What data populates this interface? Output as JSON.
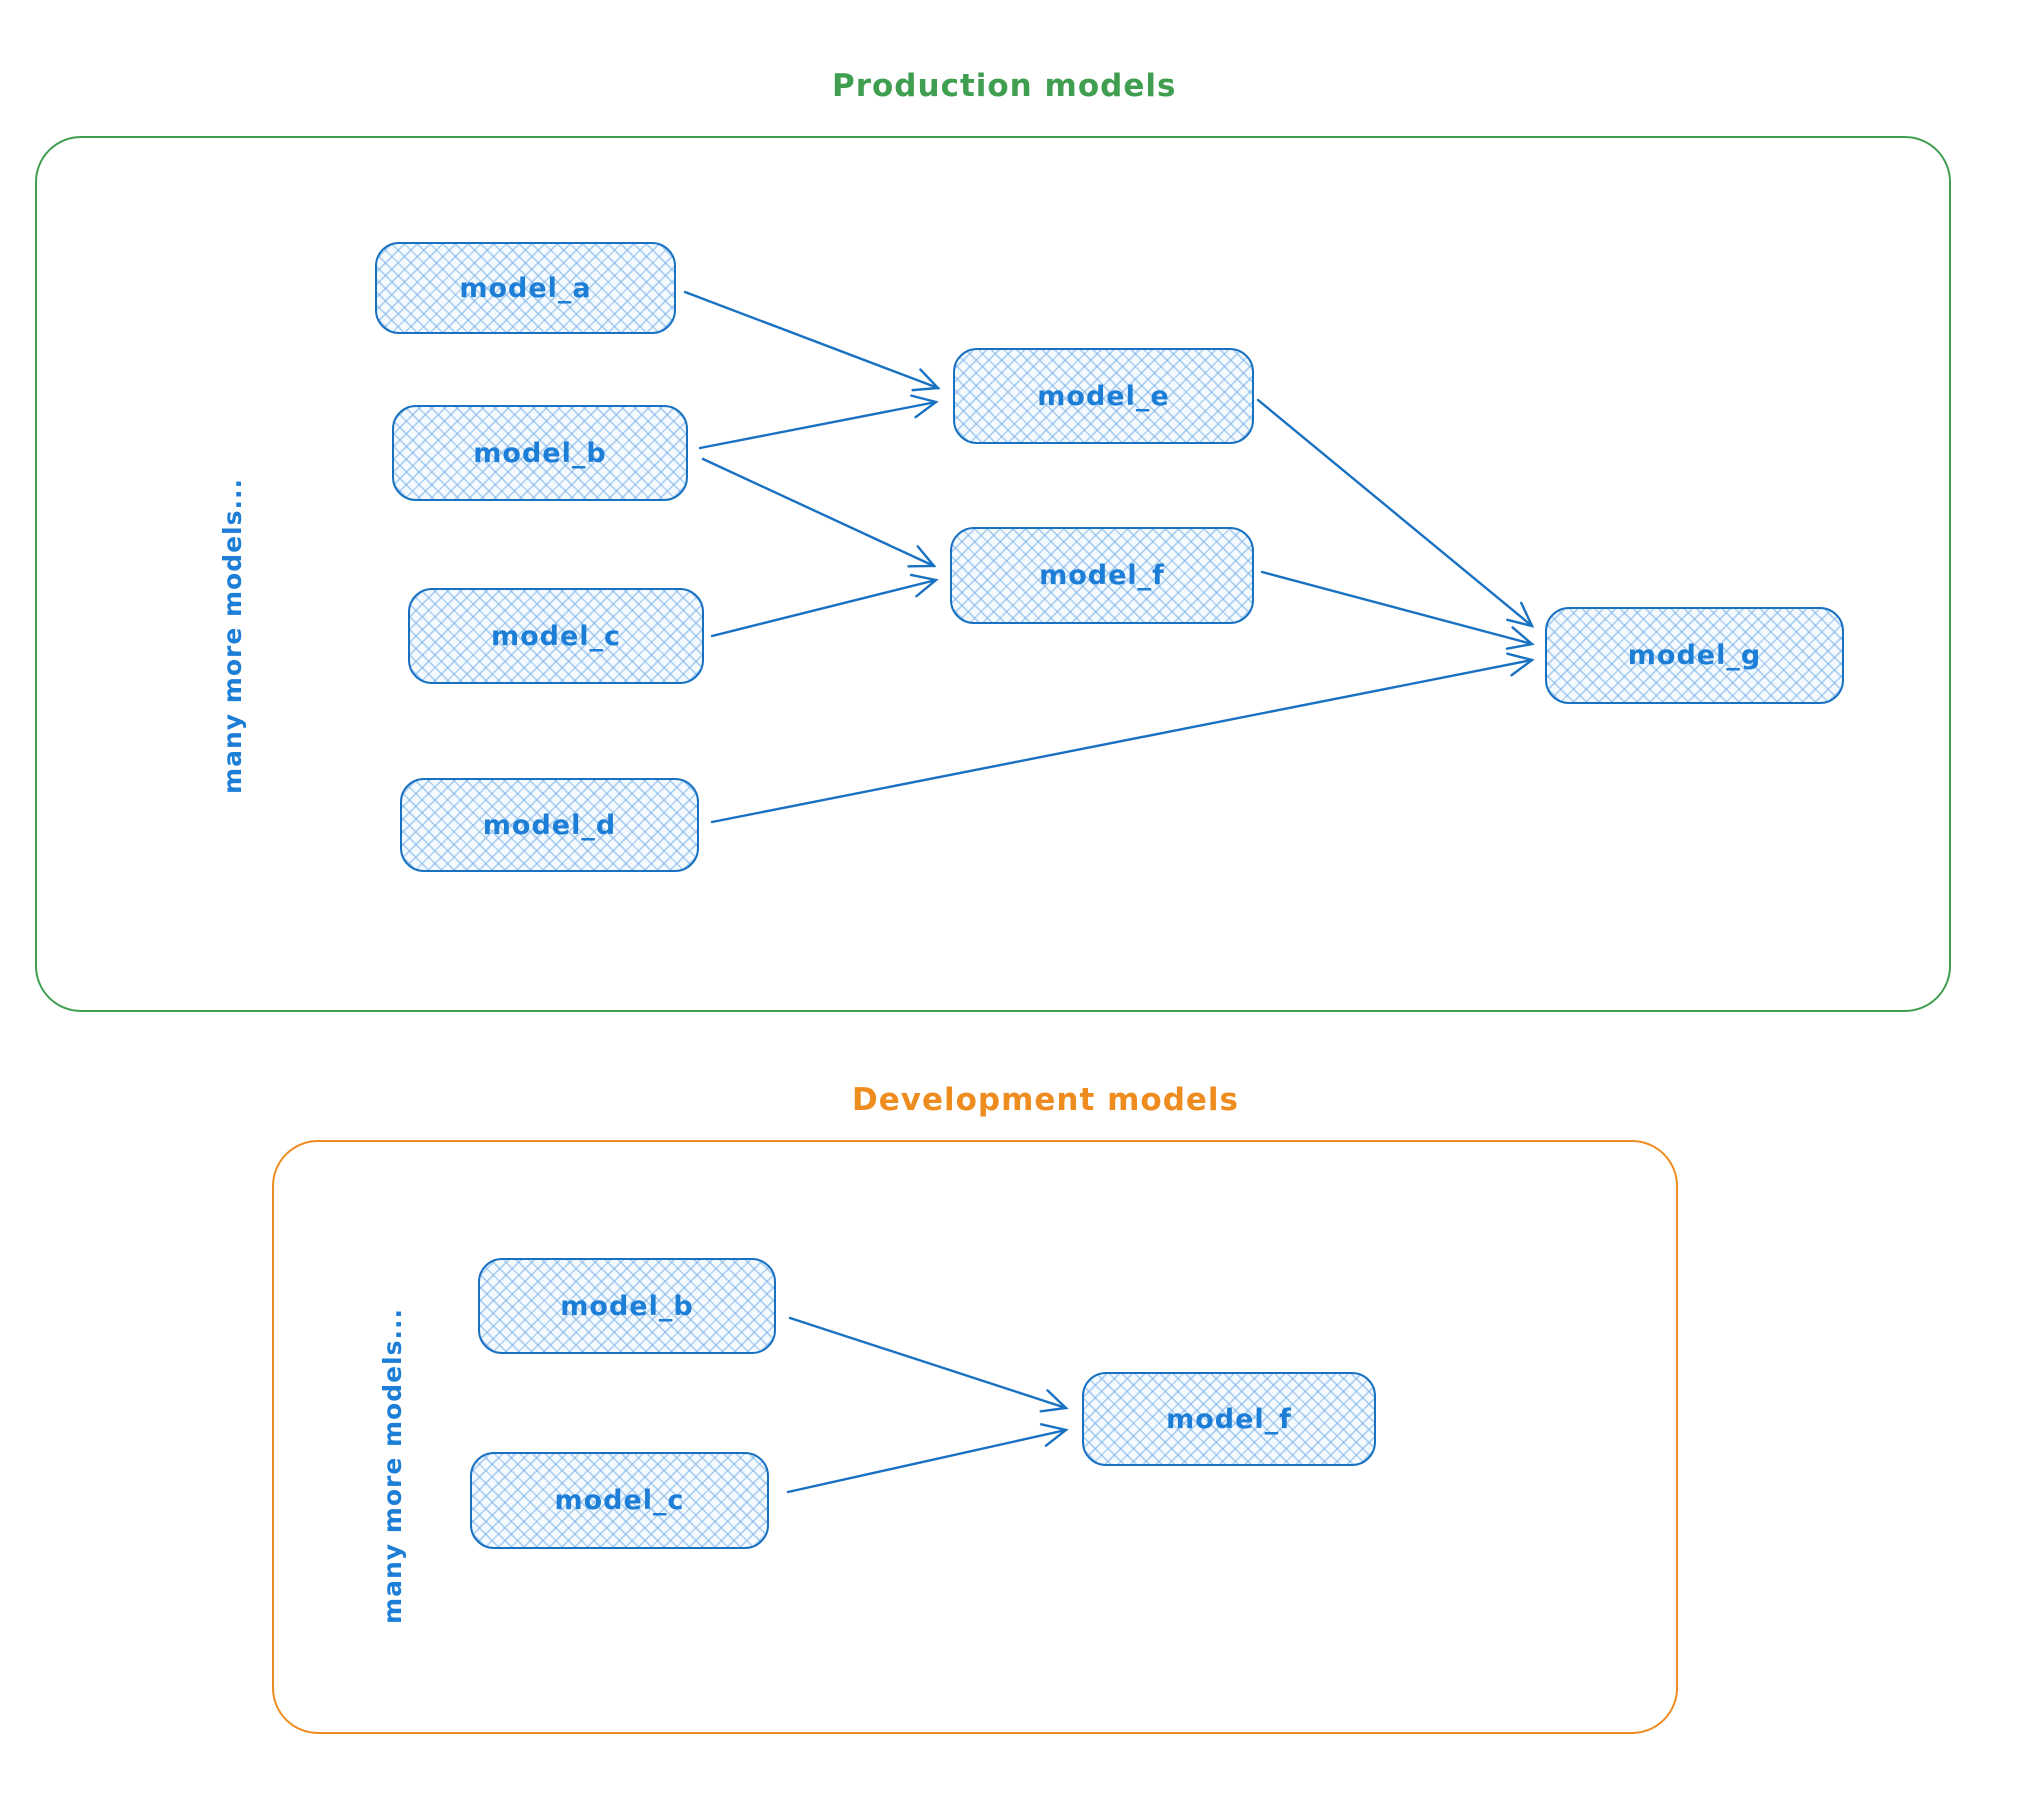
{
  "colors": {
    "node_stroke": "#1971c2",
    "node_text": "#1c7ed6",
    "node_fill_hatch": "#aed3f2",
    "production_accent": "#3f9e4f",
    "development_accent": "#ee8c1f"
  },
  "production": {
    "title": "Production models",
    "side_label": "many more models...",
    "nodes": [
      {
        "id": "model_a",
        "label": "model_a"
      },
      {
        "id": "model_b",
        "label": "model_b"
      },
      {
        "id": "model_c",
        "label": "model_c"
      },
      {
        "id": "model_d",
        "label": "model_d"
      },
      {
        "id": "model_e",
        "label": "model_e"
      },
      {
        "id": "model_f",
        "label": "model_f"
      },
      {
        "id": "model_g",
        "label": "model_g"
      }
    ],
    "edges": [
      {
        "from": "model_a",
        "to": "model_e"
      },
      {
        "from": "model_b",
        "to": "model_e"
      },
      {
        "from": "model_b",
        "to": "model_f"
      },
      {
        "from": "model_c",
        "to": "model_f"
      },
      {
        "from": "model_e",
        "to": "model_g"
      },
      {
        "from": "model_f",
        "to": "model_g"
      },
      {
        "from": "model_d",
        "to": "model_g"
      }
    ]
  },
  "development": {
    "title": "Development models",
    "side_label": "many more models...",
    "nodes": [
      {
        "id": "model_b",
        "label": "model_b"
      },
      {
        "id": "model_c",
        "label": "model_c"
      },
      {
        "id": "model_f",
        "label": "model_f"
      }
    ],
    "edges": [
      {
        "from": "model_b",
        "to": "model_f"
      },
      {
        "from": "model_c",
        "to": "model_f"
      }
    ]
  }
}
